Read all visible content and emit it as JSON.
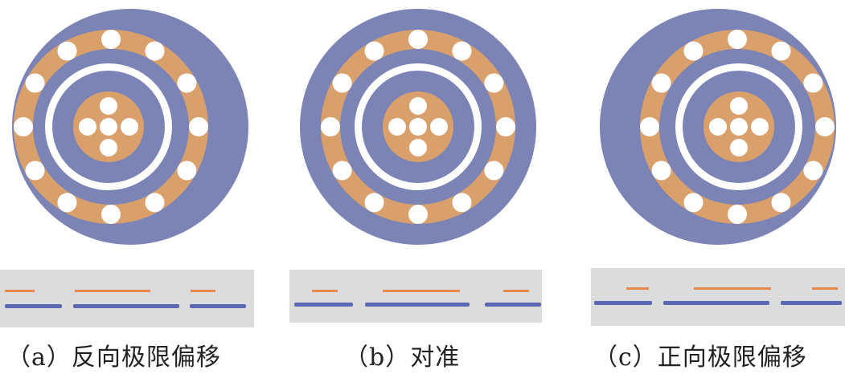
{
  "colors": {
    "blue": "#7C84B6",
    "orange": "#D9A06C",
    "white": "#FFFFFF",
    "gray_bar": "#DCDCDC",
    "blue_line": "#5C68B4",
    "orange_line": "#E5894C"
  },
  "panels": [
    {
      "id": "a",
      "caption": "（a）反向极限偏移"
    },
    {
      "id": "b",
      "caption": "（b）对准"
    },
    {
      "id": "c",
      "caption": "（c）正向极限偏移"
    }
  ]
}
